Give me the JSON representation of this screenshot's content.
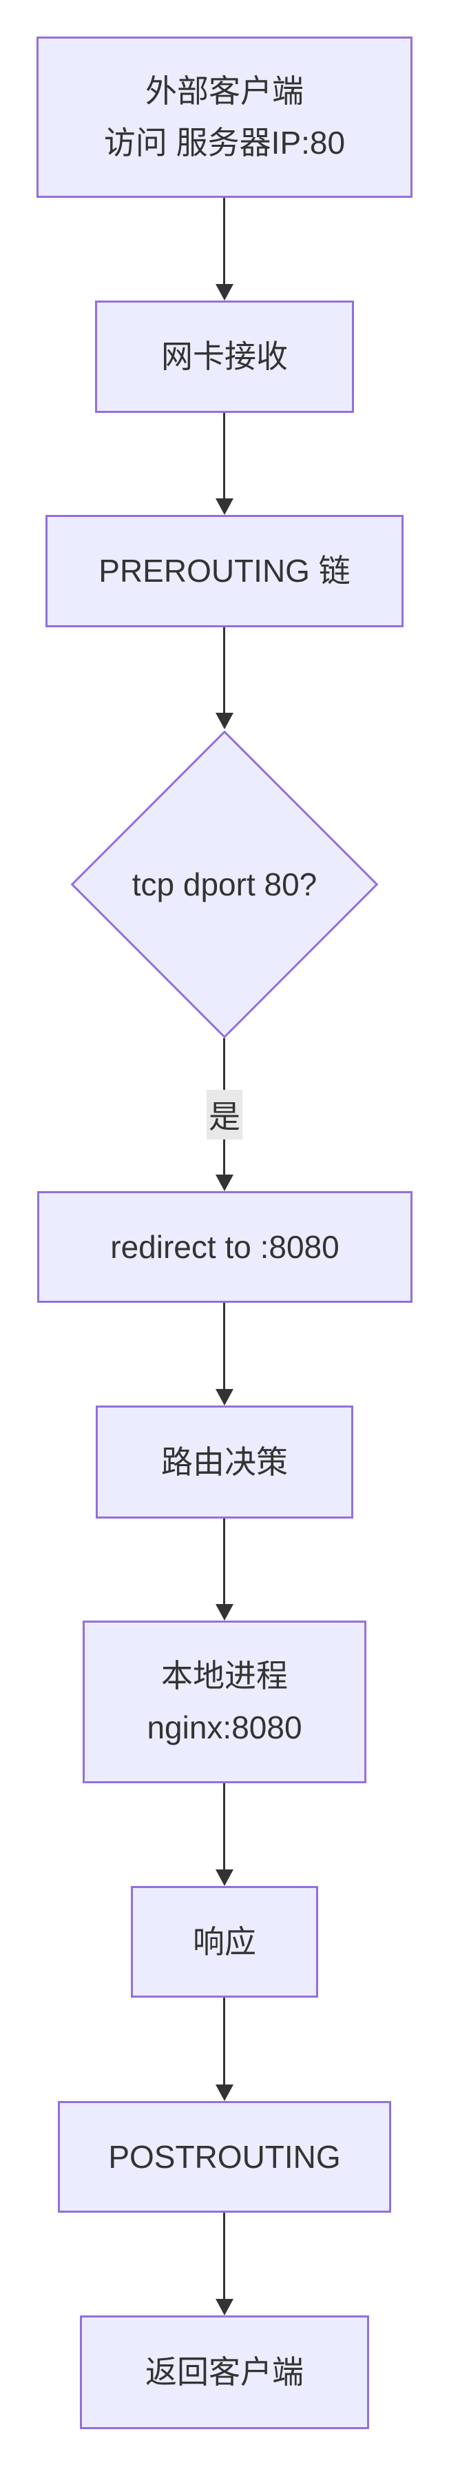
{
  "diagram": {
    "type": "flowchart",
    "direction": "top-down",
    "colors": {
      "node_fill": "#ECECFF",
      "node_border": "#9370DB",
      "edge": "#333333",
      "text": "#333333",
      "edge_label_bg": "#e8e8e8",
      "background": "#ffffff"
    },
    "nodes": [
      {
        "id": "A",
        "shape": "rect",
        "lines": [
          "外部客户端",
          "访问 服务器IP:80"
        ]
      },
      {
        "id": "B",
        "shape": "rect",
        "lines": [
          "网卡接收"
        ]
      },
      {
        "id": "C",
        "shape": "rect",
        "lines": [
          "PREROUTING 链"
        ]
      },
      {
        "id": "D",
        "shape": "diamond",
        "lines": [
          "tcp dport 80?"
        ]
      },
      {
        "id": "E",
        "shape": "rect",
        "lines": [
          "redirect to :8080"
        ]
      },
      {
        "id": "F",
        "shape": "rect",
        "lines": [
          "路由决策"
        ]
      },
      {
        "id": "G",
        "shape": "rect",
        "lines": [
          "本地进程",
          "nginx:8080"
        ]
      },
      {
        "id": "H",
        "shape": "rect",
        "lines": [
          "响应"
        ]
      },
      {
        "id": "I",
        "shape": "rect",
        "lines": [
          "POSTROUTING"
        ]
      },
      {
        "id": "J",
        "shape": "rect",
        "lines": [
          "返回客户端"
        ]
      }
    ],
    "edges": [
      {
        "from": "A",
        "to": "B",
        "label": ""
      },
      {
        "from": "B",
        "to": "C",
        "label": ""
      },
      {
        "from": "C",
        "to": "D",
        "label": ""
      },
      {
        "from": "D",
        "to": "E",
        "label": "是"
      },
      {
        "from": "E",
        "to": "F",
        "label": ""
      },
      {
        "from": "F",
        "to": "G",
        "label": ""
      },
      {
        "from": "G",
        "to": "H",
        "label": ""
      },
      {
        "from": "H",
        "to": "I",
        "label": ""
      },
      {
        "from": "I",
        "to": "J",
        "label": ""
      }
    ]
  }
}
